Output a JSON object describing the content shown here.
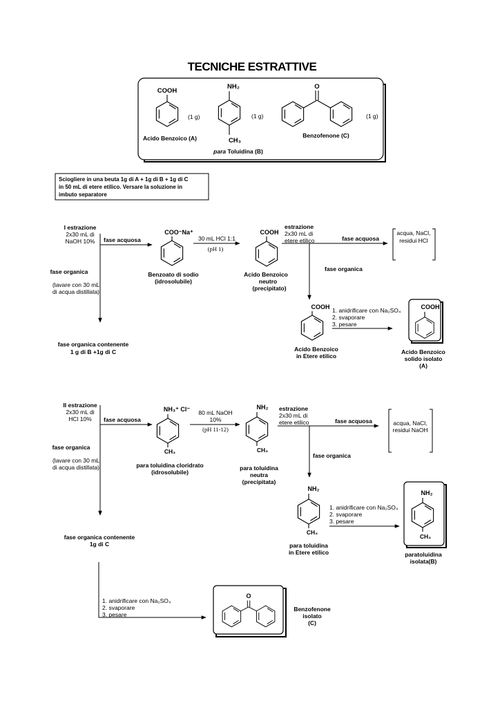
{
  "title": "TECNICHE ESTRATTIVE",
  "compounds": {
    "a_group": "COOH",
    "a_mass": "(1 g)",
    "a_name": "Acido Benzoico (A)",
    "b_group": "NH₂",
    "b_methyl": "CH₃",
    "b_mass": "(1 g)",
    "b_name_prefix": "para",
    "b_name_rest": " Toluidina (B)",
    "c_oxygen": "O",
    "c_mass": "(1 g)",
    "c_name": "Benzofenone (C)"
  },
  "instruction": {
    "line1": "Sciogliere in una beuta 1g di A + 1g di B + 1g di C",
    "line2": "in 50 mL di etere etilico. Versare la soluzione in",
    "line3": "imbuto separatore"
  },
  "section1": {
    "ext_line1": "I estrazione",
    "ext_line2": "2x30 mL di",
    "ext_line3": "NaOH 10%",
    "fase_acquosa": "fase acquosa",
    "fase_organica": "fase organica",
    "wash_line1": "(lavare con 30 mL",
    "wash_line2": "di acqua distillata)",
    "salt_group": "COO⁻Na⁺",
    "salt_name1": "Benzoato di sodio",
    "salt_name2": "(idrosolubile)",
    "acid_reagent": "30 mL HCl 1:1",
    "acid_ph": "(pH 1)",
    "neutral_group": "COOH",
    "neutral_name1": "Acido Benzoico",
    "neutral_name2": "neutro",
    "neutral_name3": "(precipitato)",
    "ext2_line1": "estrazione",
    "ext2_line2": "2x30 mL di",
    "ext2_line3": "etere etilico",
    "fase_acquosa2": "fase acquosa",
    "waste_line1": "acqua, NaCl,",
    "waste_line2": "residui HCl",
    "fase_organica2": "fase organica",
    "ether_group": "COOH",
    "ether_name1": "Acido Benzoico",
    "ether_name2": "in Etere etilico",
    "step1": "1. anidrificare con Na₂SO₄",
    "step2": "2. svaporare",
    "step3": "3. pesare",
    "final_group": "COOH",
    "final_name1": "Acido Benzoico",
    "final_name2": "solido isolato",
    "final_name3": "(A)",
    "remain_line1": "fase organica contenente",
    "remain_line2": "1 g di B +1g di C"
  },
  "section2": {
    "ext_line1": "II estrazione",
    "ext_line2": "2x30 mL di",
    "ext_line3": "HCl 10%",
    "fase_acquosa": "fase acquosa",
    "fase_organica": "fase organica",
    "wash_line1": "(lavare con 30 mL",
    "wash_line2": "di acqua distillata)",
    "salt_group": "NH₃⁺ Cl⁻",
    "salt_methyl": "CH₃",
    "salt_name1": "para toluidina cloridrato",
    "salt_name2": "(idrosolubile)",
    "base_reagent1": "80 mL NaOH",
    "base_reagent2": "10%",
    "base_ph": "(pH 11-12)",
    "neutral_group": "NH₂",
    "neutral_methyl": "CH₃",
    "neutral_name1": "para toluidina",
    "neutral_name2": "neutra",
    "neutral_name3": "(precipitata)",
    "ext2_line1": "estrazione",
    "ext2_line2": "2x30 mL di",
    "ext2_line3": "etere etilico",
    "fase_acquosa2": "fase acquosa",
    "waste_line1": "acqua, NaCl,",
    "waste_line2": "residui NaOH",
    "fase_organica2": "fase organica",
    "ether_group": "NH₂",
    "ether_methyl": "CH₃",
    "ether_name1": "para toluidina",
    "ether_name2": "in Etere etilico",
    "step1": "1. anidrificare con Na₂SO₄",
    "step2": "2. svaporare",
    "step3": "3. pesare",
    "final_group": "NH₂",
    "final_methyl": "CH₃",
    "final_name1": "paratoluidina",
    "final_name2": "isolata(B)",
    "remain_line1": "fase organica contenente",
    "remain_line2": "1g di C"
  },
  "section3": {
    "step1": "1. anidrificare con Na₂SO₄",
    "step2": "2. svaporare",
    "step3": "3. pesare",
    "final_oxygen": "O",
    "final_name1": "Benzofenone",
    "final_name2": "isolato",
    "final_name3": "(C)"
  }
}
